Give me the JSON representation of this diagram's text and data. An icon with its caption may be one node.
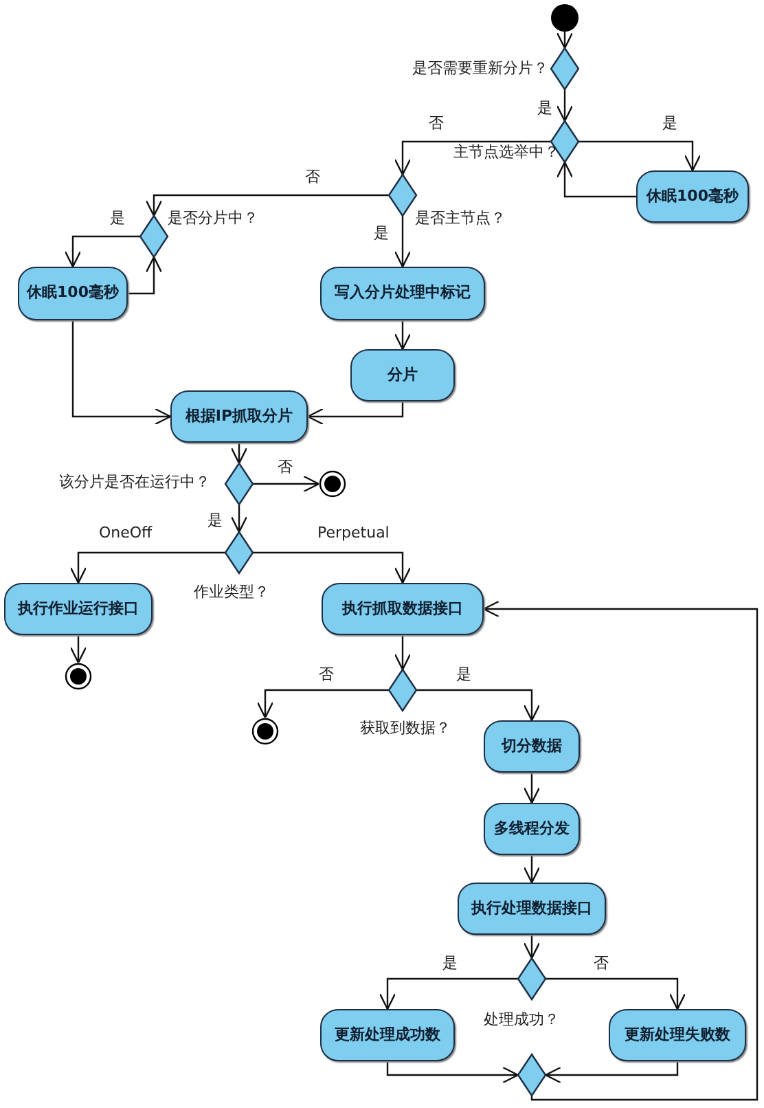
{
  "diagram": {
    "nodes": [
      {
        "text": [],
        "shape": "circle"
      },
      {
        "text": [],
        "shape": "diamond",
        "beside": [
          "是否需要重新分片？"
        ]
      },
      {
        "text": [],
        "shape": "diamond",
        "beside": [
          "主节点选举中？"
        ]
      },
      {
        "text": [
          "休眠100毫秒"
        ]
      },
      {
        "text": [],
        "shape": "diamond",
        "beside": [
          "是否主节点？"
        ]
      },
      {
        "text": [],
        "shape": "diamond",
        "beside": [
          "是否分片中？"
        ]
      },
      {
        "text": [
          "休眠100毫秒"
        ]
      },
      {
        "text": [
          "写入分片处理中标记"
        ]
      },
      {
        "text": [
          "分片"
        ]
      },
      {
        "text": [
          "根据IP抓取分片"
        ]
      },
      {
        "text": [],
        "shape": "diamond",
        "beside": [
          "该分片是否在运行中？"
        ]
      },
      {
        "text": [],
        "shape": "end"
      },
      {
        "text": [],
        "shape": "diamond",
        "beside": [
          "作业类型？"
        ]
      },
      {
        "text": [
          "执行作业运行接口"
        ]
      },
      {
        "text": [],
        "shape": "end"
      },
      {
        "text": [
          "执行抓取数据接口"
        ]
      },
      {
        "text": [],
        "shape": "diamond",
        "beside": [
          "获取到数据？"
        ]
      },
      {
        "text": [],
        "shape": "end"
      },
      {
        "text": [
          "切分数据"
        ]
      },
      {
        "text": [
          "多线程分发"
        ]
      },
      {
        "text": [
          "执行处理数据接口"
        ]
      },
      {
        "text": [],
        "shape": "diamond",
        "beside": [
          "处理成功？"
        ]
      },
      {
        "text": [
          "更新处理成功数"
        ]
      },
      {
        "text": [
          "更新处理失败数"
        ]
      },
      {
        "text": [],
        "shape": "diamond"
      }
    ],
    "edges": [
      {
        "from": 0,
        "to": 1,
        "arrow": "to"
      },
      {
        "from": 1,
        "to": 2,
        "arrow": "to",
        "label": "是"
      },
      {
        "from": 2,
        "to": 3,
        "arrow": "to",
        "label": "是"
      },
      {
        "from": 3,
        "to": 2,
        "arrow": "to"
      },
      {
        "from": 2,
        "to": 4,
        "arrow": "to",
        "label": "否"
      },
      {
        "from": 4,
        "to": 5,
        "arrow": "to",
        "label": "否"
      },
      {
        "from": 4,
        "to": 7,
        "arrow": "to",
        "label": "是"
      },
      {
        "from": 5,
        "to": 6,
        "arrow": "to",
        "label": "是"
      },
      {
        "from": 6,
        "to": 5,
        "arrow": "to"
      },
      {
        "from": 6,
        "to": 9,
        "arrow": "to"
      },
      {
        "from": 7,
        "to": 8,
        "arrow": "to"
      },
      {
        "from": 8,
        "to": 9,
        "arrow": "to"
      },
      {
        "from": 9,
        "to": 10,
        "arrow": "to"
      },
      {
        "from": 10,
        "to": 11,
        "arrow": "to",
        "label": "否"
      },
      {
        "from": 10,
        "to": 12,
        "arrow": "to",
        "label": "是"
      },
      {
        "from": 12,
        "to": 13,
        "arrow": "to",
        "label": "OneOff"
      },
      {
        "from": 12,
        "to": 15,
        "arrow": "to",
        "label": "Perpetual"
      },
      {
        "from": 13,
        "to": 14,
        "arrow": "to"
      },
      {
        "from": 15,
        "to": 16,
        "arrow": "to"
      },
      {
        "from": 16,
        "to": 17,
        "arrow": "to",
        "label": "否"
      },
      {
        "from": 16,
        "to": 18,
        "arrow": "to",
        "label": "是"
      },
      {
        "from": 18,
        "to": 19,
        "arrow": "to"
      },
      {
        "from": 19,
        "to": 20,
        "arrow": "to"
      },
      {
        "from": 20,
        "to": 21,
        "arrow": "to"
      },
      {
        "from": 21,
        "to": 22,
        "arrow": "to",
        "label": "是"
      },
      {
        "from": 21,
        "to": 23,
        "arrow": "to",
        "label": "否"
      },
      {
        "from": 22,
        "to": 24,
        "arrow": "to"
      },
      {
        "from": 23,
        "to": 24,
        "arrow": "to"
      },
      {
        "from": 24,
        "to": 15,
        "arrow": "to"
      }
    ]
  }
}
